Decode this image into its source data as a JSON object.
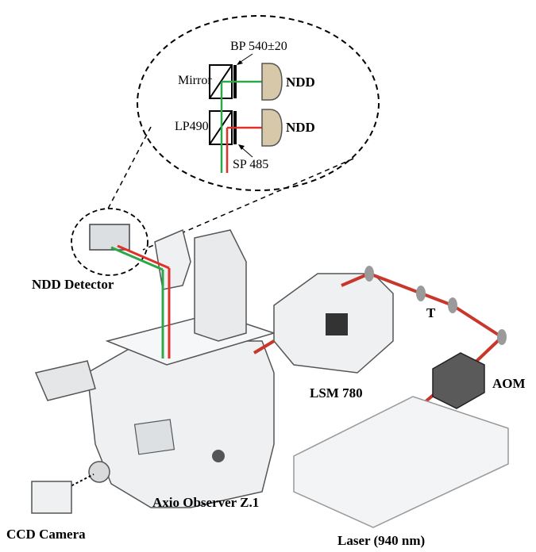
{
  "labels": {
    "bp": "BP 540±20",
    "mirror": "Mirror",
    "ndd_top": "NDD",
    "lp": "LP490",
    "ndd_bottom": "NDD",
    "sp": "SP 485",
    "ndd_detector": "NDD Detector",
    "lsm": "LSM 780",
    "t": "T",
    "aom": "AOM",
    "axio": "Axio Observer Z.1",
    "ccd": "CCD Camera",
    "laser": "Laser (940 nm)"
  },
  "colors": {
    "laser_beam": "#c8372a",
    "green_beam": "#2aa84a",
    "red_beam": "#e0302a",
    "detector_fill": "#d6c8a8",
    "mirror_node": "#9a9a9a",
    "outline": "#333333"
  }
}
